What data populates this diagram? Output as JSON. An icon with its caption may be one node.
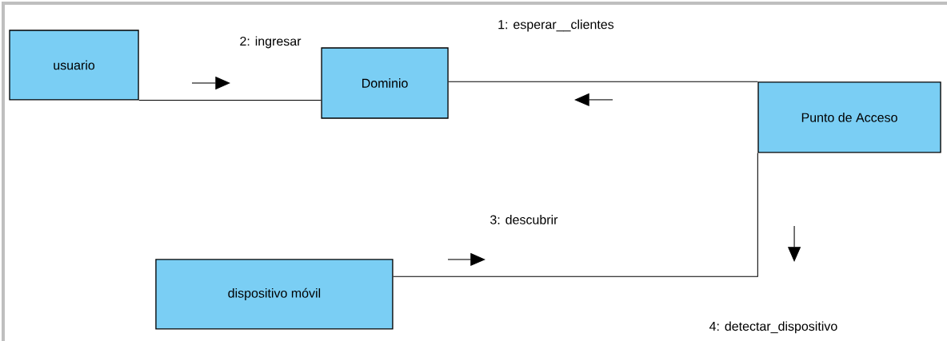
{
  "diagram": {
    "nodes": [
      {
        "text": [
          "usuario"
        ]
      },
      {
        "text": [
          "Dominio"
        ]
      },
      {
        "text": [
          "Punto de Acceso"
        ]
      },
      {
        "text": [
          "dispositivo móvil"
        ]
      }
    ],
    "edges": [
      {
        "from": 0,
        "to": 1,
        "arrow": "none",
        "label": "2: ingresar"
      },
      {
        "from": 1,
        "to": 2,
        "arrow": "none",
        "label": "1: esperar__clientes"
      },
      {
        "from": 2,
        "to": 3,
        "arrow": "none",
        "label": "3: descubrir"
      }
    ],
    "labels": [
      "4: detectar_dispositivo"
    ]
  }
}
